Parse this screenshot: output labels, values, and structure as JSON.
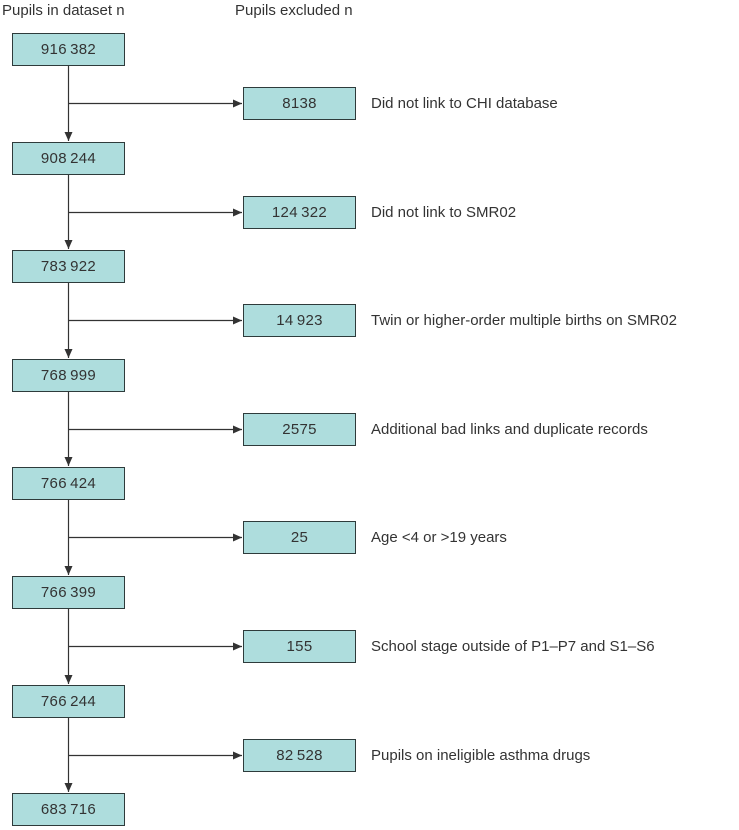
{
  "headers": {
    "dataset": "Pupils in dataset n",
    "excluded": "Pupils excluded n"
  },
  "flow": {
    "dataset_counts": [
      "916 382",
      "908 244",
      "783 922",
      "768 999",
      "766 424",
      "766 399",
      "766 244",
      "683 716"
    ],
    "exclusions": [
      {
        "count": "8138",
        "reason": "Did not link to CHI database"
      },
      {
        "count": "124 322",
        "reason": "Did not link to SMR02"
      },
      {
        "count": "14 923",
        "reason": "Twin or higher-order multiple births on SMR02"
      },
      {
        "count": "2575",
        "reason": "Additional bad links and duplicate records"
      },
      {
        "count": "25",
        "reason": "Age <4 or >19 years"
      },
      {
        "count": "155",
        "reason": "School stage outside of P1–P7 and S1–S6"
      },
      {
        "count": "82 528",
        "reason": "Pupils on ineligible asthma drugs"
      }
    ]
  },
  "colors": {
    "box_fill": "#aedddd",
    "box_border": "#2e3b3b",
    "arrow": "#333333",
    "text": "#333333"
  }
}
